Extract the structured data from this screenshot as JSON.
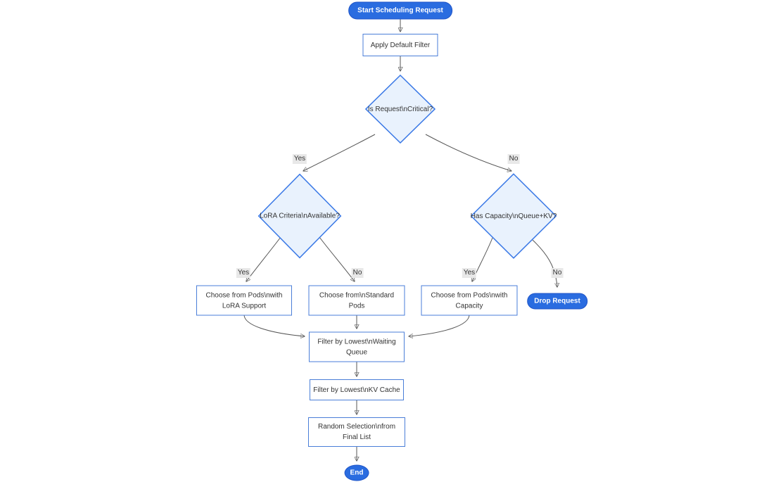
{
  "diagram": {
    "type": "flowchart",
    "direction": "top-down",
    "background": "#ffffff"
  },
  "nodes": {
    "start": {
      "label": "Start Scheduling Request",
      "shape": "pill"
    },
    "apply_filter": {
      "label": "Apply Default Filter",
      "shape": "rect"
    },
    "is_critical": {
      "label": "Is Request\\nCritical?",
      "shape": "diamond"
    },
    "lora_criteria": {
      "label": "LoRA Criteria\\nAvailable?",
      "shape": "diamond"
    },
    "has_capacity": {
      "label": "Has Capacity\\nQueue+KV?",
      "shape": "diamond"
    },
    "choose_lora": {
      "label": "Choose from Pods\\nwith LoRA Support",
      "line1": "Choose from Pods\\nwith",
      "line2": "LoRA Support",
      "shape": "rect"
    },
    "choose_standard": {
      "label": "Choose from\\nStandard Pods",
      "line1": "Choose from\\nStandard",
      "line2": "Pods",
      "shape": "rect"
    },
    "choose_capacity": {
      "label": "Choose from Pods\\nwith Capacity",
      "line1": "Choose from Pods\\nwith",
      "line2": "Capacity",
      "shape": "rect"
    },
    "drop_request": {
      "label": "Drop Request",
      "shape": "pill"
    },
    "filter_queue": {
      "label": "Filter by Lowest\\nWaiting Queue",
      "line1": "Filter by Lowest\\nWaiting",
      "line2": "Queue",
      "shape": "rect"
    },
    "filter_kv": {
      "label": "Filter by Lowest\\nKV Cache",
      "shape": "rect"
    },
    "random_selection": {
      "label": "Random Selection\\nfrom Final List",
      "line1": "Random Selection\\nfrom",
      "line2": "Final List",
      "shape": "rect"
    },
    "end": {
      "label": "End",
      "shape": "pill"
    }
  },
  "edges": [
    {
      "from": "start",
      "to": "apply_filter",
      "label": ""
    },
    {
      "from": "apply_filter",
      "to": "is_critical",
      "label": ""
    },
    {
      "from": "is_critical",
      "to": "lora_criteria",
      "label": "Yes"
    },
    {
      "from": "is_critical",
      "to": "has_capacity",
      "label": "No"
    },
    {
      "from": "lora_criteria",
      "to": "choose_lora",
      "label": "Yes"
    },
    {
      "from": "lora_criteria",
      "to": "choose_standard",
      "label": "No"
    },
    {
      "from": "has_capacity",
      "to": "choose_capacity",
      "label": "Yes"
    },
    {
      "from": "has_capacity",
      "to": "drop_request",
      "label": "No"
    },
    {
      "from": "choose_lora",
      "to": "filter_queue",
      "label": ""
    },
    {
      "from": "choose_standard",
      "to": "filter_queue",
      "label": ""
    },
    {
      "from": "choose_capacity",
      "to": "filter_queue",
      "label": ""
    },
    {
      "from": "filter_queue",
      "to": "filter_kv",
      "label": ""
    },
    {
      "from": "filter_kv",
      "to": "random_selection",
      "label": ""
    },
    {
      "from": "random_selection",
      "to": "end",
      "label": ""
    }
  ],
  "colors": {
    "pill_fill": "#2a6ce0",
    "pill_border": "#2055c8",
    "pill_text": "#ffffff",
    "rect_fill": "#ffffff",
    "rect_border": "#4a7ed8",
    "diamond_fill": "#e9f2fd",
    "diamond_border": "#3978e6",
    "node_text": "#333333",
    "edge_line": "#555555",
    "edge_label_bg": "#e8e8e8",
    "edge_label_text": "#333333"
  }
}
